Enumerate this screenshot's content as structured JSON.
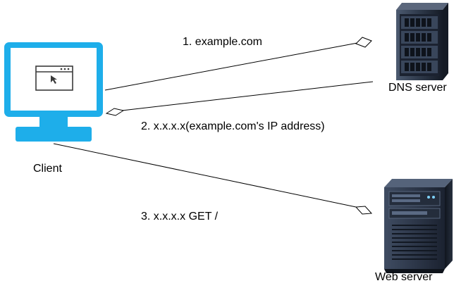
{
  "client_label": "Client",
  "dns_server_label": "DNS server",
  "web_server_label": "Web server",
  "steps": [
    {
      "label": "1. example.com"
    },
    {
      "label": "2. x.x.x.x(example.com's IP address)"
    },
    {
      "label": "3. x.x.x.x GET /"
    }
  ],
  "colors": {
    "monitor": "#1eaeea",
    "line": "#000000",
    "server_body": "#2b3444",
    "server_dark": "#141a24"
  },
  "icons": {
    "client": "desktop-monitor-icon",
    "dns": "rack-server-icon",
    "web": "tower-server-icon"
  }
}
